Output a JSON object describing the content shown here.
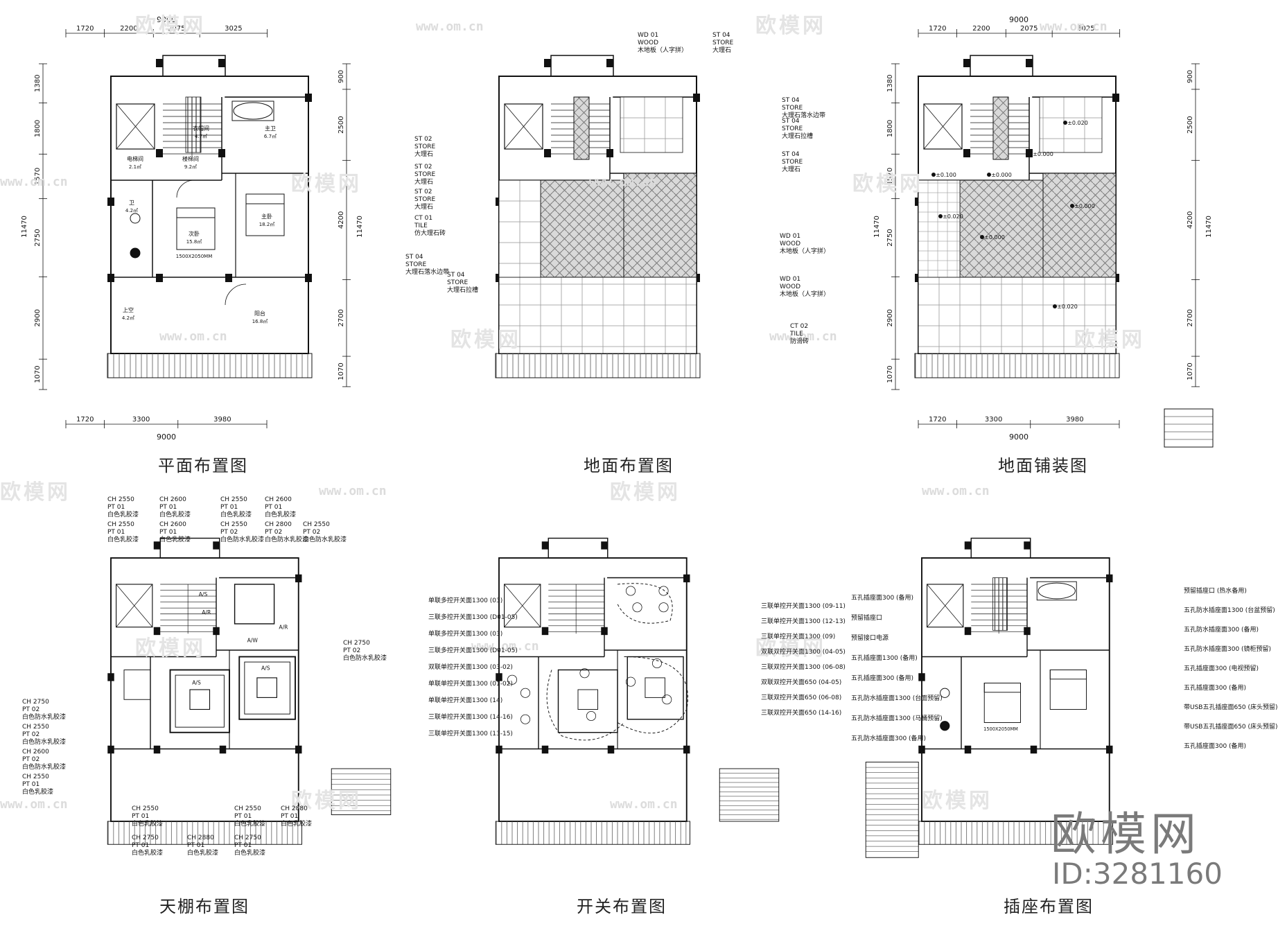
{
  "titles": {
    "plan_layout": "平面布置图",
    "floor_layout": "地面布置图",
    "floor_paving": "地面铺装图",
    "ceiling_layout": "天棚布置图",
    "switch_layout": "开关布置图",
    "socket_layout": "插座布置图"
  },
  "brand": {
    "logo_text": "欧模网",
    "id_text": "ID:3281160",
    "url": "www.om.cn"
  },
  "dimensions": {
    "top_total": "9000",
    "top_parts": [
      "1720",
      "2200",
      "2075",
      "3025"
    ],
    "bottom_total": "9000",
    "bottom_parts": [
      "1720",
      "3300",
      "3980"
    ],
    "left_parts": [
      "1380",
      "1800",
      "1570",
      "2750",
      "2900",
      "1070"
    ],
    "left_total": "11470",
    "right_parts": [
      "900",
      "2500",
      "4200",
      "2700",
      "1070"
    ],
    "right_total": "11470"
  },
  "rooms": {
    "cloakroom": {
      "name": "衣帽间",
      "area": "4.7㎡"
    },
    "master_bath": {
      "name": "主卫",
      "area": "6.7㎡"
    },
    "elevator": {
      "name": "电梯间",
      "area": "2.1㎡"
    },
    "stairs": {
      "name": "楼梯间",
      "area": "9.2㎡"
    },
    "guest_bath": {
      "name": "卫",
      "area": "4.2㎡"
    },
    "master_bed": {
      "name": "主卧",
      "area": "18.2㎡"
    },
    "bed2": {
      "name": "次卧",
      "area": "15.8㎡"
    },
    "bed_size": "1500X2050MM",
    "void": {
      "name": "上空",
      "area": "4.2㎡"
    },
    "balcony": {
      "name": "阳台",
      "area": "16.8㎡"
    }
  },
  "floor_tags": {
    "wood1": {
      "code": "WD",
      "num": "01",
      "en": "WOOD",
      "cn": "木地板（人字拼）"
    },
    "stone_top": {
      "code": "ST",
      "num": "04",
      "en": "STORE",
      "cn": "大理石"
    },
    "st04_edge": {
      "code": "ST",
      "num": "04",
      "en": "STORE",
      "cn": "大理石落水边带"
    },
    "st04_groove": {
      "code": "ST",
      "num": "04",
      "en": "STORE",
      "cn": "大理石拉槽"
    },
    "st04_plain": {
      "code": "ST",
      "num": "04",
      "en": "STORE",
      "cn": "大理石"
    },
    "st02_a": {
      "code": "ST",
      "num": "02",
      "en": "STORE",
      "cn": "大理石"
    },
    "st02_b": {
      "code": "ST",
      "num": "02",
      "en": "STORE",
      "cn": "大理石"
    },
    "st02_c": {
      "code": "ST",
      "num": "02",
      "en": "STORE",
      "cn": "大理石"
    },
    "ct01": {
      "code": "CT",
      "num": "01",
      "en": "TILE",
      "cn": "仿大理石砖"
    },
    "st04_left_edge": {
      "code": "ST",
      "num": "04",
      "en": "STORE",
      "cn": "大理石落水边带"
    },
    "st04_left_groove": {
      "code": "ST",
      "num": "04",
      "en": "STORE",
      "cn": "大理石拉槽"
    },
    "wd01_right_a": {
      "code": "WD",
      "num": "01",
      "en": "WOOD",
      "cn": "木地板（人字拼）"
    },
    "wd01_right_b": {
      "code": "WD",
      "num": "01",
      "en": "WOOD",
      "cn": "木地板（人字拼）"
    },
    "ct02": {
      "code": "CT",
      "num": "02",
      "en": "TILE",
      "cn": "防滑砖"
    }
  },
  "levels": [
    "±0.020",
    "±0.000",
    "±0.100",
    "±0.000",
    "±0.020",
    "±0.000",
    "±0.000",
    "±0.020"
  ],
  "ceiling_tags": [
    {
      "ch": "2550",
      "pt": "01",
      "cn": "白色乳胶漆"
    },
    {
      "ch": "2600",
      "pt": "01",
      "cn": "白色乳胶漆"
    },
    {
      "ch": "2550",
      "pt": "01",
      "cn": "白色乳胶漆"
    },
    {
      "ch": "2600",
      "pt": "01",
      "cn": "白色乳胶漆"
    },
    {
      "ch": "2550",
      "pt": "01",
      "cn": "白色乳胶漆"
    },
    {
      "ch": "2600",
      "pt": "01",
      "cn": "白色乳胶漆"
    },
    {
      "ch": "2550",
      "pt": "02",
      "cn": "白色防水乳胶漆"
    },
    {
      "ch": "2800",
      "pt": "02",
      "cn": "白色防水乳胶漆"
    },
    {
      "ch": "2550",
      "pt": "02",
      "cn": "白色防水乳胶漆"
    },
    {
      "ch": "2750",
      "pt": "02",
      "cn": "白色防水乳胶漆"
    },
    {
      "ch": "2750",
      "pt": "02",
      "cn": "白色防水乳胶漆"
    },
    {
      "ch": "2550",
      "pt": "02",
      "cn": "白色防水乳胶漆"
    },
    {
      "ch": "2600",
      "pt": "02",
      "cn": "白色防水乳胶漆"
    },
    {
      "ch": "2550",
      "pt": "01",
      "cn": "白色乳胶漆"
    },
    {
      "ch": "2550",
      "pt": "01",
      "cn": "白色乳胶漆"
    },
    {
      "ch": "2750",
      "pt": "01",
      "cn": "白色乳胶漆"
    },
    {
      "ch": "2880",
      "pt": "01",
      "cn": "白色乳胶漆"
    },
    {
      "ch": "2550",
      "pt": "01",
      "cn": "白色乳胶漆"
    },
    {
      "ch": "2750",
      "pt": "01",
      "cn": "白色乳胶漆"
    },
    {
      "ch": "2880",
      "pt": "01",
      "cn": "白色乳胶漆"
    }
  ],
  "ceiling_marks": {
    "as": "A/S",
    "ar": "A/R",
    "aw": "A/W"
  },
  "switch_notes_left": [
    "单联多控开关面1300 (03)",
    "三联多控开关面1300 (D01-05)",
    "单联多控开关面1300 (03)",
    "三联多控开关面1300 (D01-05)",
    "双联单控开关面1300 (03-02)",
    "单联单控开关面1300 (01-02)",
    "单联单控开关面1300 (14)",
    "三联单控开关面1300 (14-16)",
    "三联单控开关面1300 (13-15)"
  ],
  "switch_notes_right": [
    "三联单控开关面1300 (09-11)",
    "三联单控开关面1300 (12-13)",
    "三联单控开关面1300 (09)",
    "双联双控开关面1300 (04-05)",
    "三联双控开关面1300 (06-08)",
    "双联双控开关面650 (04-05)",
    "三联双控开关面650 (06-08)",
    "三联双控开关面650 (14-16)"
  ],
  "socket_notes_left": [
    "五孔插座面300 (备用)",
    "预留插座口",
    "预留接口电源",
    "五孔插座面1300 (备用)",
    "五孔插座面300 (备用)",
    "五孔防水插座面1300 (台面预留)",
    "五孔防水插座面1300 (马桶预留)",
    "五孔防水插座面300 (备用)"
  ],
  "socket_notes_right": [
    "预留插座口 (热水备用)",
    "五孔防水插座面1300 (台盆预留)",
    "五孔防水插座面300 (备用)",
    "五孔防水插座面300 (镜柜预留)",
    "五孔插座面300 (电视预留)",
    "五孔插座面300 (备用)",
    "带USB五孔插座面650 (床头预留)",
    "带USB五孔插座面650 (床头预留)",
    "五孔插座面300 (备用)"
  ]
}
